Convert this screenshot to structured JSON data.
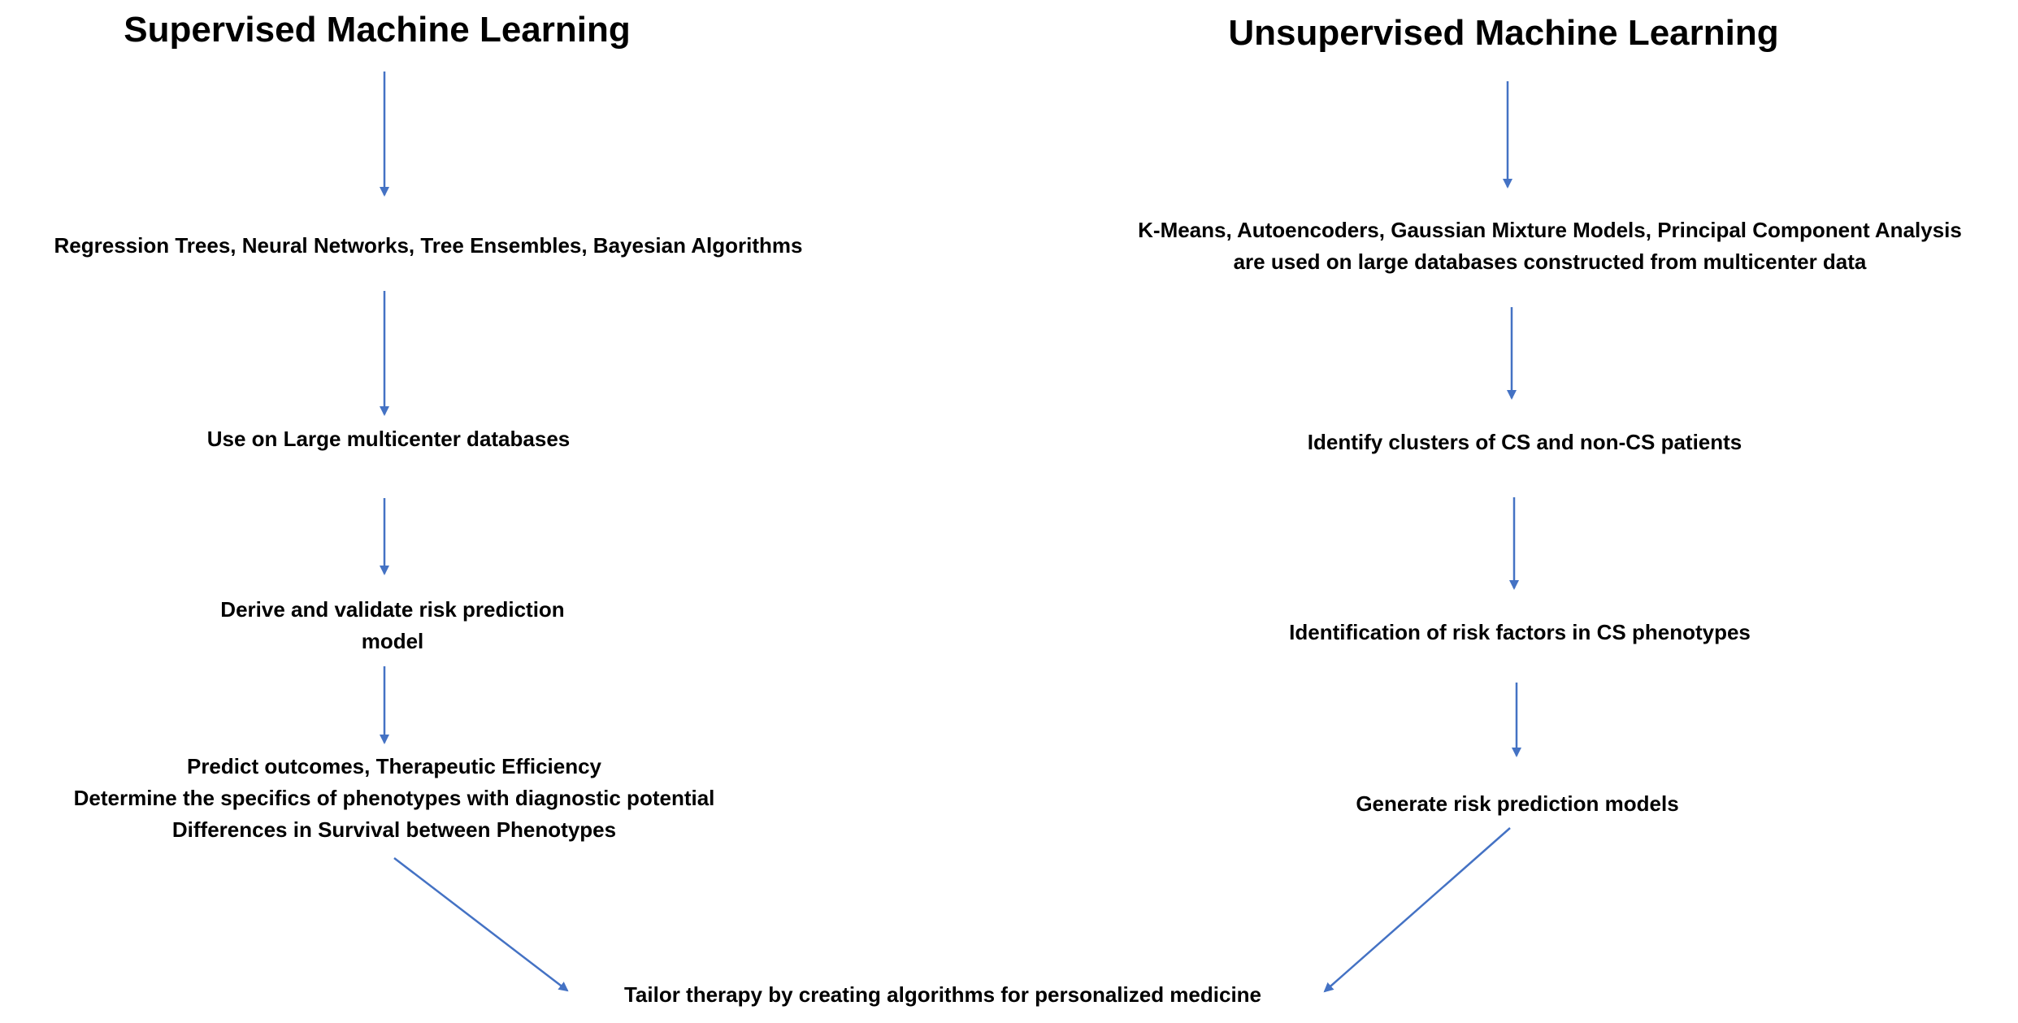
{
  "supervised": {
    "title": "Supervised Machine Learning",
    "steps": [
      {
        "lines": [
          "Regression Trees, Neural Networks, Tree Ensembles, Bayesian Algorithms"
        ]
      },
      {
        "lines": [
          "Use on Large multicenter databases"
        ]
      },
      {
        "lines": [
          "Derive and validate risk prediction",
          "model"
        ]
      },
      {
        "lines": [
          "Predict outcomes, Therapeutic Efficiency",
          "Determine the specifics of phenotypes with diagnostic potential",
          "Differences in Survival between Phenotypes"
        ]
      }
    ]
  },
  "unsupervised": {
    "title": "Unsupervised Machine Learning",
    "steps": [
      {
        "lines": [
          "K-Means, Autoencoders, Gaussian Mixture Models, Principal Component Analysis",
          "are used on large databases constructed from multicenter data"
        ]
      },
      {
        "lines": [
          "Identify clusters of CS and non-CS patients"
        ]
      },
      {
        "lines": [
          "Identification of risk factors in CS phenotypes"
        ]
      },
      {
        "lines": [
          "Generate risk prediction models"
        ]
      }
    ]
  },
  "outcome": {
    "text": "Tailor therapy by creating algorithms for personalized medicine"
  },
  "colors": {
    "arrow": "#4472c4",
    "text": "#000000"
  }
}
